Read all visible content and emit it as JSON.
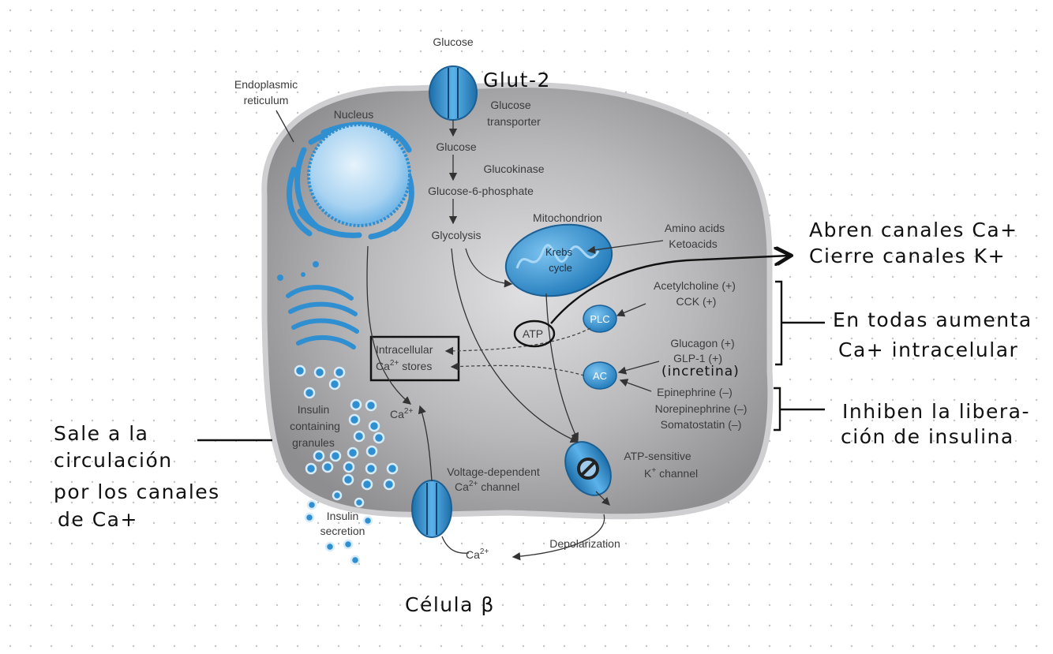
{
  "diagram": {
    "labels": {
      "glucose_top": "Glucose",
      "er": [
        "Endoplasmic",
        "reticulum"
      ],
      "nucleus": "Nucleus",
      "glucose_transporter": [
        "Glucose",
        "transporter"
      ],
      "glucose_in": "Glucose",
      "glucokinase": "Glucokinase",
      "g6p": "Glucose-6-phosphate",
      "mitochondrion": "Mitochondrion",
      "glycolysis": "Glycolysis",
      "amino": [
        "Amino acids",
        "Ketoacids"
      ],
      "krebs": [
        "Krebs",
        "cycle"
      ],
      "ach": [
        "Acetylcholine (+)",
        "CCK (+)"
      ],
      "plc": "PLC",
      "atp": "ATP",
      "intracellular": "Intracellular",
      "ca_stores_ca": "Ca",
      "ca_stores_sup": "2+",
      "ca_stores_rest": " stores",
      "glucagon": [
        "Glucagon (+)",
        "GLP-1 (+)"
      ],
      "ac": "AC",
      "inhibitors": [
        "Epinephrine (–)",
        "Norepinephrine (–)",
        "Somatostatin (–)"
      ],
      "granules": [
        "Insulin",
        "containing",
        "granules"
      ],
      "ca_in": "Ca",
      "ca_in_sup": "2+",
      "katp": [
        "ATP-sensitive",
        "K"
      ],
      "katp_sup": "+",
      "katp_rest": " channel",
      "vdcc": "Voltage-dependent",
      "vdcc2_ca": "Ca",
      "vdcc2_sup": "2+",
      "vdcc2_rest": " channel",
      "secretion": [
        "Insulin",
        "secretion"
      ],
      "depolarization": "Depolarization",
      "ca_out": "Ca",
      "ca_out_sup": "2+"
    },
    "annotations": {
      "glut2": "Glut-2",
      "abren": [
        "Abren canales Ca+",
        "Cierre canales K+"
      ],
      "en_todas": [
        "En todas aumenta",
        "Ca+ intracelular"
      ],
      "incretina": "(incretina)",
      "inhiben": [
        "Inhiben la libera-",
        "ción de insulina"
      ],
      "sale": [
        "Sale a la",
        "circulación",
        "por los canales",
        "de Ca+"
      ],
      "celula": "Célula β"
    },
    "colors": {
      "cell_fill": "#a9a9ab",
      "cell_border": "#cfcfd1",
      "blue": "#2f8fd1",
      "blue_dark": "#1b5f94",
      "ink": "#111111"
    }
  }
}
